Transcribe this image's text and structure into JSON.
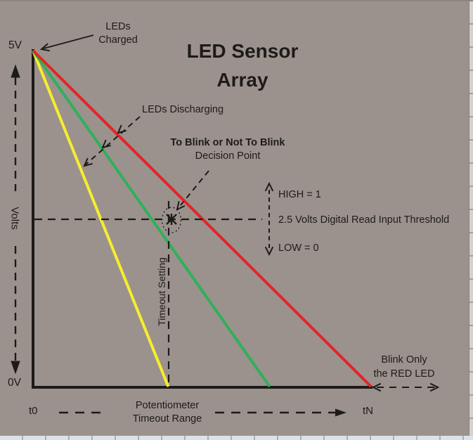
{
  "chart_data": {
    "type": "line",
    "title": {
      "line1": "LED Sensor",
      "line2": "Array"
    },
    "y_axis": {
      "label": "Volts",
      "top_tick": "5V",
      "bottom_tick": "0V",
      "range_volts": [
        0,
        5
      ]
    },
    "x_axis": {
      "start_tick": "t0",
      "end_tick": "tN",
      "label_line1": "Potentiometer",
      "label_line2": "Timeout Range"
    },
    "threshold": {
      "volts": 2.5,
      "label": "2.5 Volts Digital Read Input Threshold",
      "high_label": "HIGH = 1",
      "low_label": "LOW = 0"
    },
    "series": [
      {
        "name": "yellow-led-discharge",
        "color": "#f6ee2d",
        "start_volts": 5,
        "end_volts": 0,
        "timeout_fraction": 0.4
      },
      {
        "name": "green-led-discharge",
        "color": "#2fb05a",
        "start_volts": 5,
        "end_volts": 0,
        "timeout_fraction": 0.7
      },
      {
        "name": "red-led-discharge",
        "color": "#e32526",
        "start_volts": 5,
        "end_volts": 0,
        "timeout_fraction": 1.0
      }
    ],
    "decision_point": {
      "label_line1": "To Blink or Not To Blink",
      "label_line2": "Decision Point",
      "volts": 2.5,
      "timeout_fraction": 0.4
    },
    "annotations": {
      "leds_charged_line1": "LEDs",
      "leds_charged_line2": "Charged",
      "leds_discharging": "LEDs Discharging",
      "timeout_setting": "Timeout Setting",
      "blink_line1": "Blink Only",
      "blink_line2": "the RED LED"
    },
    "colors": {
      "background": "#9b928d",
      "ink": "#1d1b1a",
      "red": "#e32526",
      "green": "#2fb05a",
      "yellow": "#f6ee2d"
    },
    "grid": false,
    "legend": false
  }
}
